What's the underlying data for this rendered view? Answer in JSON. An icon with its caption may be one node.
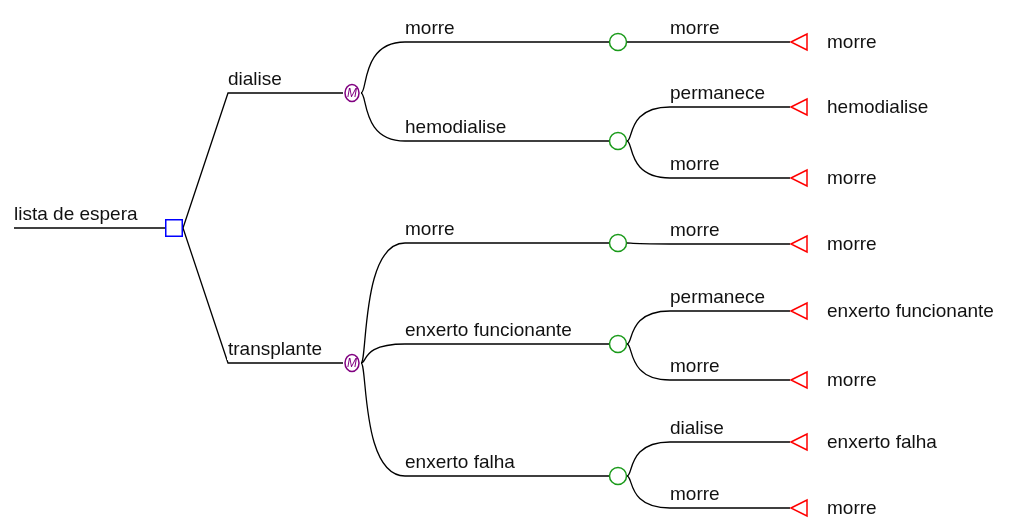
{
  "diagram": {
    "nodes": [
      {
        "text": [],
        "shape": "box"
      },
      {
        "text": [
          "M"
        ]
      },
      {
        "text": [
          "M"
        ]
      },
      {
        "text": [],
        "shape": "circle"
      },
      {
        "text": [],
        "shape": "circle"
      },
      {
        "text": [],
        "shape": "circle"
      },
      {
        "text": [],
        "shape": "circle"
      },
      {
        "text": [],
        "shape": "circle"
      },
      {
        "text": [],
        "shape": "triangle",
        "beside": [
          "morre"
        ]
      },
      {
        "text": [],
        "shape": "triangle",
        "beside": [
          "hemodialise"
        ]
      },
      {
        "text": [],
        "shape": "triangle",
        "beside": [
          "morre"
        ]
      },
      {
        "text": [],
        "shape": "triangle",
        "beside": [
          "morre"
        ]
      },
      {
        "text": [],
        "shape": "triangle",
        "beside": [
          "enxerto funcionante"
        ]
      },
      {
        "text": [],
        "shape": "triangle",
        "beside": [
          "morre"
        ]
      },
      {
        "text": [],
        "shape": "triangle",
        "beside": [
          "enxerto falha"
        ]
      },
      {
        "text": [],
        "shape": "triangle",
        "beside": [
          "morre"
        ]
      }
    ],
    "edges": [
      {
        "from": null,
        "to": 0,
        "arrow": "none",
        "label": "lista de espera"
      },
      {
        "from": 0,
        "to": 1,
        "arrow": "none",
        "label": "dialise"
      },
      {
        "from": 0,
        "to": 2,
        "arrow": "none",
        "label": "transplante"
      },
      {
        "from": 1,
        "to": 3,
        "arrow": "none",
        "label": "morre"
      },
      {
        "from": 1,
        "to": 4,
        "arrow": "none",
        "label": "hemodialise"
      },
      {
        "from": 2,
        "to": 5,
        "arrow": "none",
        "label": "morre"
      },
      {
        "from": 2,
        "to": 6,
        "arrow": "none",
        "label": "enxerto funcionante"
      },
      {
        "from": 2,
        "to": 7,
        "arrow": "none",
        "label": "enxerto falha"
      },
      {
        "from": 3,
        "to": 8,
        "arrow": "none",
        "label": "morre"
      },
      {
        "from": 4,
        "to": 9,
        "arrow": "none",
        "label": "permanece"
      },
      {
        "from": 4,
        "to": 10,
        "arrow": "none",
        "label": "morre"
      },
      {
        "from": 5,
        "to": 11,
        "arrow": "none",
        "label": "morre"
      },
      {
        "from": 6,
        "to": 12,
        "arrow": "none",
        "label": "permanece"
      },
      {
        "from": 6,
        "to": 13,
        "arrow": "none",
        "label": "morre"
      },
      {
        "from": 7,
        "to": 14,
        "arrow": "none",
        "label": "dialise"
      },
      {
        "from": 7,
        "to": 15,
        "arrow": "none",
        "label": "morre"
      }
    ]
  }
}
